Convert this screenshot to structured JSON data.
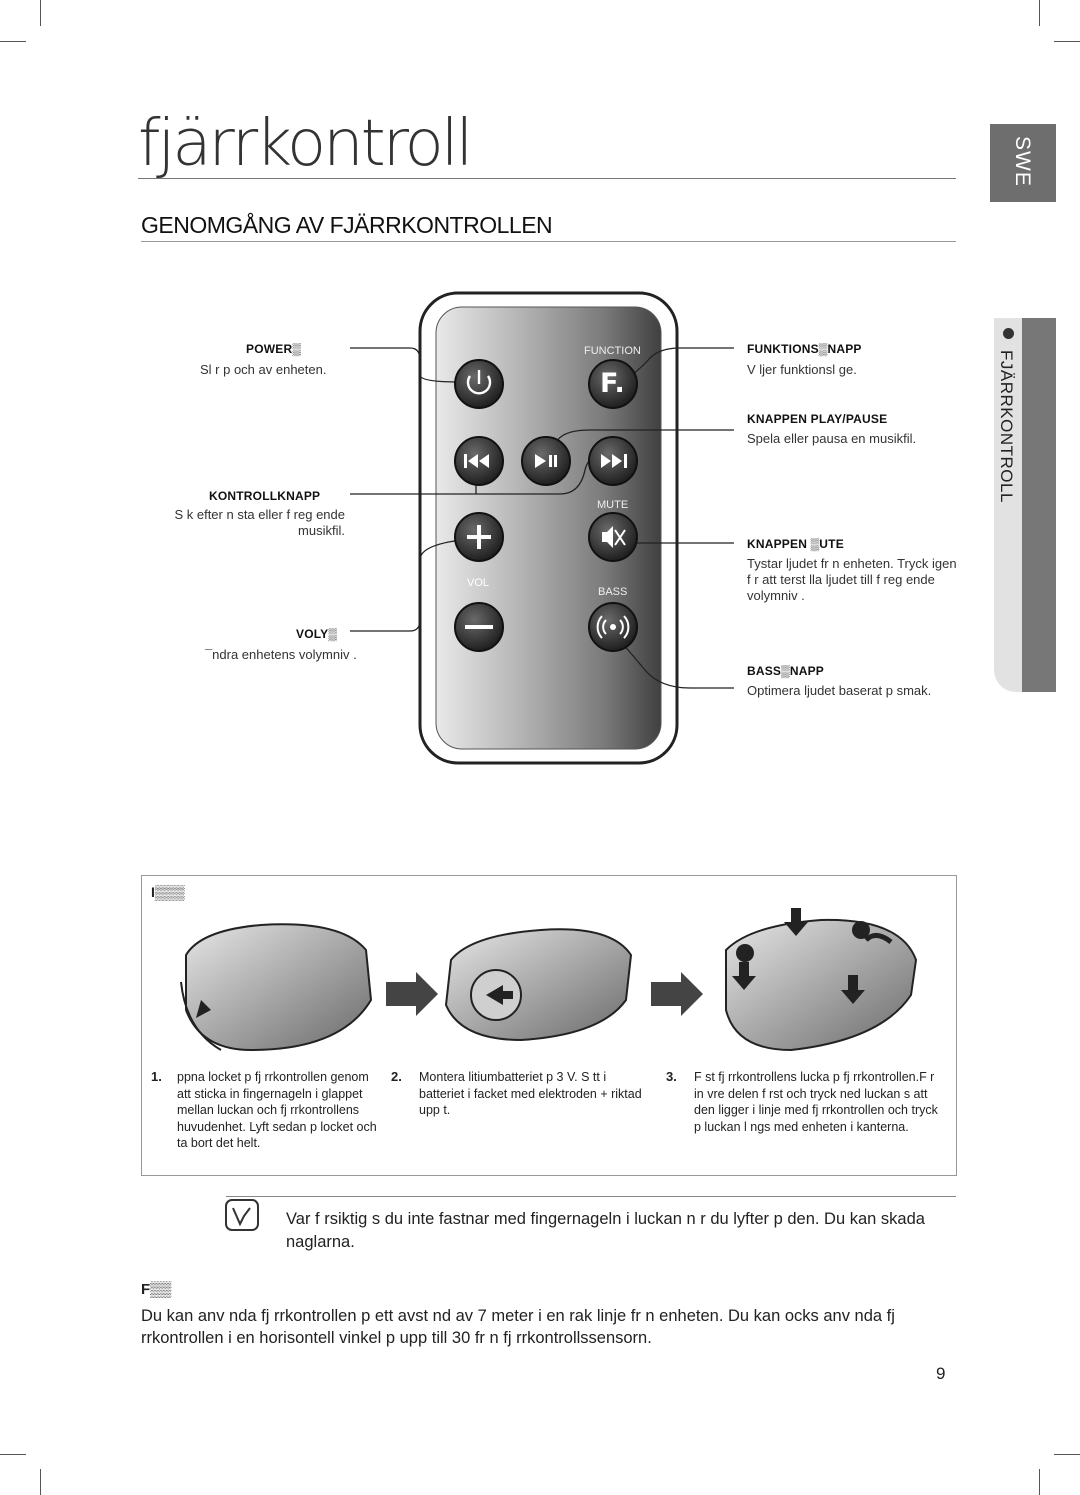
{
  "page": {
    "title": "fjärrkontroll",
    "section_heading": "GENOMGÅNG AV FJÄRRKONTROLLEN",
    "language_tab": "SWE",
    "side_tab": "FJÄRRKONTROLL",
    "page_number": "9"
  },
  "remote": {
    "function_label": "FUNCTION",
    "function_button": "F.",
    "mute_label": "MUTE",
    "vol_label": "VOL",
    "bass_label": "BASS"
  },
  "callouts": {
    "power": {
      "heading": "POWER▒",
      "text": "Sl r p  och av enheten."
    },
    "control": {
      "heading": "KONTROLLKNAPP",
      "text": "S k efter n sta eller f reg ende musikfil."
    },
    "volume": {
      "heading": "VOLY▒",
      "text": "¯ndra enhetens volymniv ."
    },
    "function": {
      "heading": "FUNKTIONS▒NAPP",
      "text": "V ljer funktionsl ge."
    },
    "playpause": {
      "heading": "KNAPPEN PLAY/PAUSE",
      "text": "Spela eller pausa en musikfil."
    },
    "mute": {
      "heading": "KNAPPEN ▒UTE",
      "text": "Tystar ljudet fr n enheten. Tryck igen f r att  terst lla ljudet till f reg ende volymniv ."
    },
    "bass": {
      "heading": "BASS▒NAPP",
      "text": "Optimera ljudet baserat p  smak."
    }
  },
  "battery": {
    "heading": "I▒▒▒",
    "steps": [
      {
        "num": "1.",
        "text": " ppna locket p  fj rrkontrollen genom att sticka in fingernageln i glappet mellan luckan och fj rrkontrollens huvudenhet. Lyft sedan p  locket och ta bort det helt."
      },
      {
        "num": "2.",
        "text": "Montera litiumbatteriet p  3 V. S tt i batteriet i facket med elektroden + riktad upp t."
      },
      {
        "num": "3.",
        "text": "F st fj rrkontrollens lucka p  fj rrkontrollen.F r in  vre delen f rst och tryck ned luckan s  att den ligger i linje med fj rrkontrollen och tryck p  luckan l ngs med enheten i kanterna."
      }
    ]
  },
  "note": {
    "text": "Var f rsiktig s  du inte fastnar med fingernageln i luckan n r du lyfter p  den. Du kan skada naglarna."
  },
  "range": {
    "heading": "F▒▒",
    "text": "Du kan anv nda fj rrkontrollen p  ett avst nd av 7 meter i en rak linje fr n enheten. Du kan ocks  anv nda fj rrkontrollen i en horisontell vinkel p  upp till 30  fr n fj rrkontrollssensorn."
  }
}
